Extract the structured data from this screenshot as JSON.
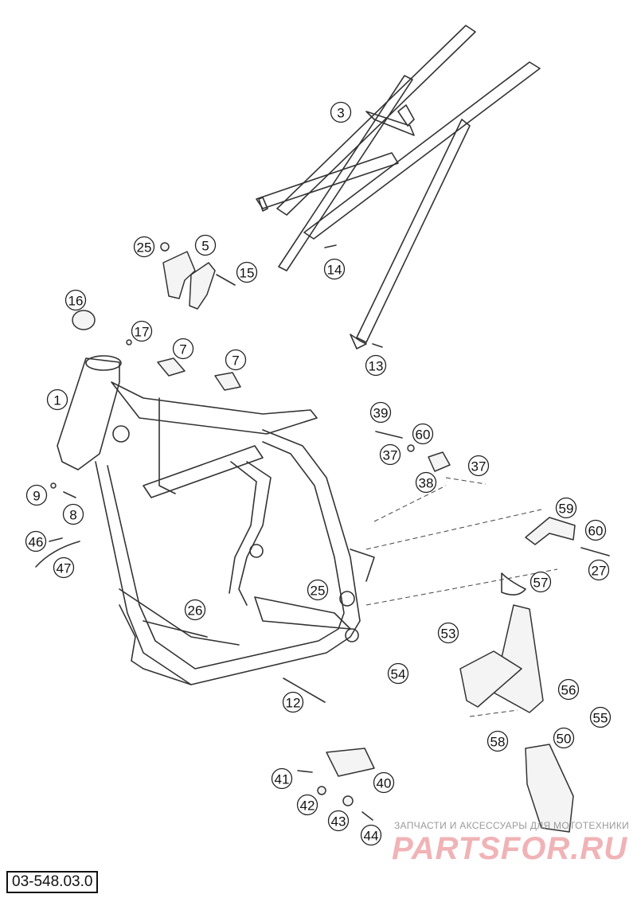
{
  "callouts": [
    "1",
    "3",
    "5",
    "7",
    "7",
    "8",
    "9",
    "12",
    "13",
    "14",
    "15",
    "16",
    "17",
    "25",
    "25",
    "26",
    "27",
    "37",
    "37",
    "38",
    "39",
    "40",
    "41",
    "42",
    "43",
    "44",
    "46",
    "47",
    "50",
    "53",
    "54",
    "55",
    "56",
    "57",
    "58",
    "59",
    "60",
    "60"
  ],
  "part_code": "03-548.03.0",
  "watermark": {
    "caption": "ЗАПЧАСТИ И АКСЕССУАРЫ ДЛЯ МОТОТЕХНИКИ",
    "brand": "PARTSFOR.RU",
    "color": "#f0b3b6"
  }
}
